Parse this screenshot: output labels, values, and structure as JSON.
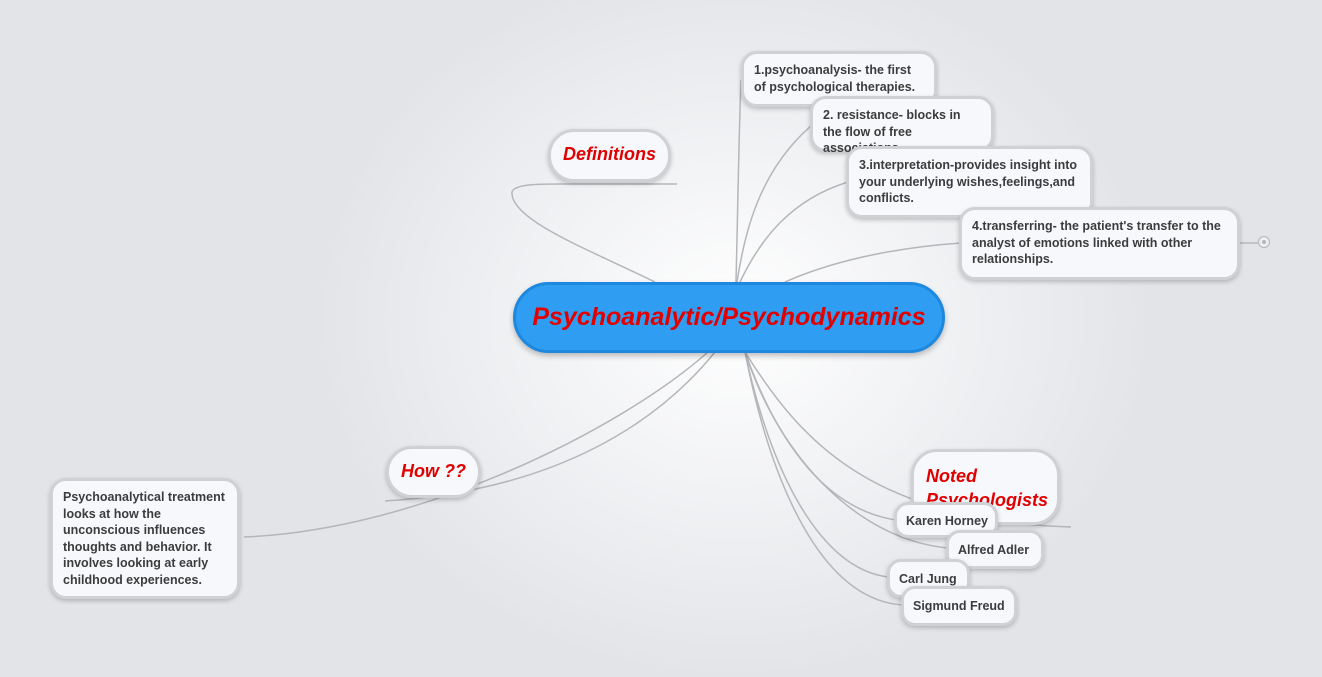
{
  "central": {
    "label": "Psychoanalytic/Psychodynamics"
  },
  "branches": {
    "definitions": "Definitions",
    "how": "How ??",
    "noted": "Noted Psychologists"
  },
  "definitions": [
    "1.psychoanalysis- the first of psychological therapies.",
    "2. resistance- blocks in the flow of free associations.",
    "3.interpretation-provides insight into your underlying wishes,feelings,and conflicts.",
    "4.transferring- the patient's transfer to the analyst of emotions linked with other relationships."
  ],
  "how_detail": "Psychoanalytical treatment looks at how the unconscious influences thoughts and behavior. It involves looking at early childhood experiences.",
  "psychologists": [
    "Karen Horney",
    "Alfred Adler",
    "Carl Jung",
    "Sigmund Freud"
  ],
  "colors": {
    "central_fill": "#2f9ef2",
    "accent_text": "#e00000",
    "connector": "#b4b6ba"
  }
}
